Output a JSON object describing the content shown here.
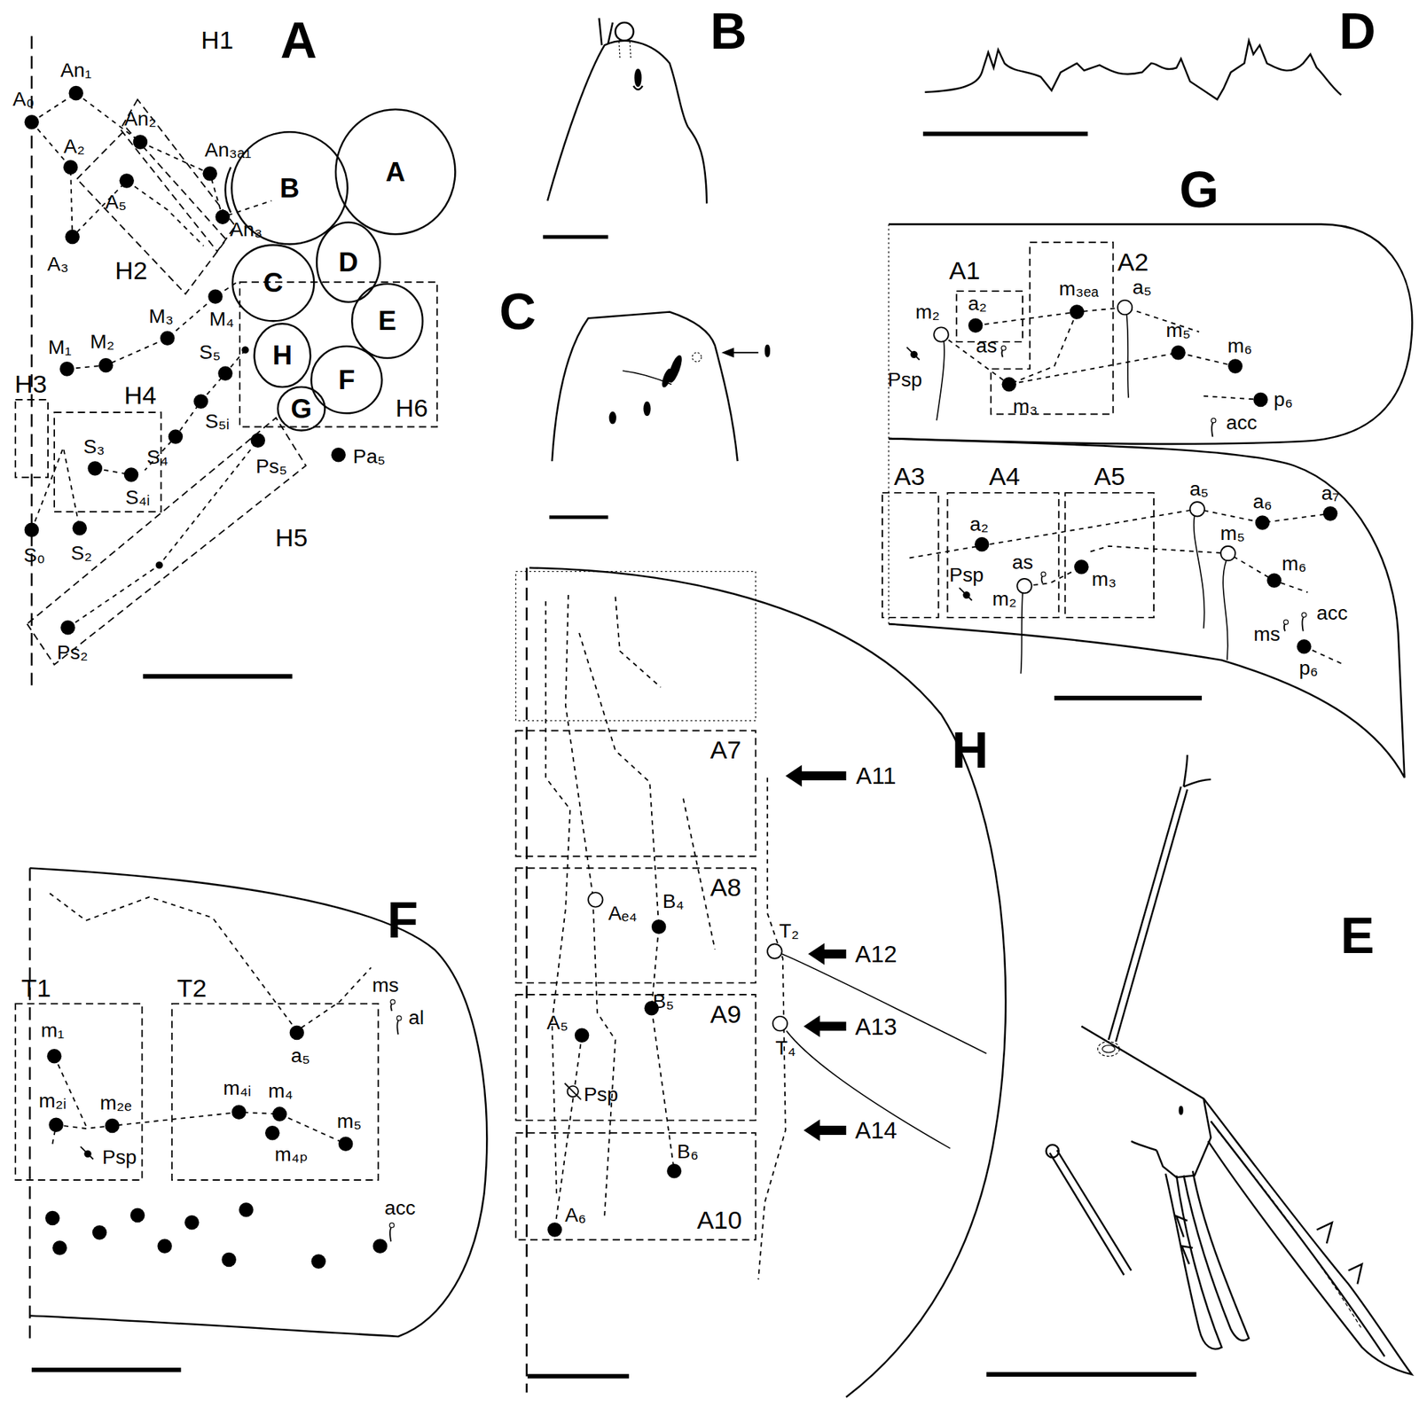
{
  "diagram": {
    "nodes": [
      {
        "text": [
          "H1"
        ]
      },
      {
        "text": [
          "B"
        ]
      },
      {
        "text": [
          "A"
        ]
      },
      {
        "text": [
          "H2"
        ]
      },
      {
        "text": [
          "D"
        ]
      },
      {
        "text": [
          "C"
        ]
      },
      {
        "text": [
          "H6"
        ]
      },
      {
        "text": [
          "E"
        ],
        "in": 6
      },
      {
        "text": [
          "H"
        ],
        "in": 6
      },
      {
        "text": [
          "F"
        ],
        "in": 6
      },
      {
        "text": [
          "G"
        ],
        "in": 6
      },
      {
        "text": [
          "H3"
        ]
      },
      {
        "text": [
          "H4"
        ]
      },
      {
        "text": [
          "H5"
        ]
      },
      {
        "text": [
          "A1"
        ]
      },
      {
        "text": [
          "A2"
        ]
      },
      {
        "text": [
          "A3"
        ]
      },
      {
        "text": [
          "A4"
        ]
      },
      {
        "text": [
          "A5"
        ]
      },
      {
        "text": [
          "A7"
        ]
      },
      {
        "text": [
          "A8"
        ]
      },
      {
        "text": [
          "A9"
        ]
      },
      {
        "text": [
          "A10"
        ]
      },
      {
        "text": [
          "T1"
        ]
      },
      {
        "text": [
          "T2"
        ]
      }
    ],
    "labels": [
      "A",
      "B",
      "D",
      "C",
      "G",
      "H",
      "F",
      "E",
      "A₀",
      "An₁",
      "A₂",
      "An₂",
      "An₃ₐ₁",
      "A₅",
      "An₃",
      "A₃",
      "M₄",
      "M₁",
      "M₂",
      "M₃",
      "S₅",
      "S₅ᵢ",
      "S₄",
      "S₃",
      "S₄ᵢ",
      "S₀",
      "S₂",
      "Ps₅",
      "Pa₅",
      "Ps₂",
      "m₁",
      "m₂ᵢ",
      "m₂ₑ",
      "Psp",
      "m₄ᵢ",
      "m₄",
      "m₄ₚ",
      "m₅",
      "a₅",
      "ms",
      "al",
      "acc",
      "m₂",
      "a₂",
      "as",
      "m₃ₑₐ",
      "a₅",
      "m₃",
      "m₅",
      "m₆",
      "Psp",
      "p₆",
      "acc",
      "a₅",
      "a₆",
      "a₇",
      "a₂",
      "Psp",
      "as",
      "m₂",
      "m₃",
      "m₅",
      "m₆",
      "acc",
      "ms",
      "p₆",
      "Aₑ₄",
      "B₄",
      "T₂",
      "A₅",
      "B₅",
      "Psp",
      "T₄",
      "B₆",
      "A₆",
      "A11",
      "A12",
      "A13",
      "A14"
    ]
  }
}
